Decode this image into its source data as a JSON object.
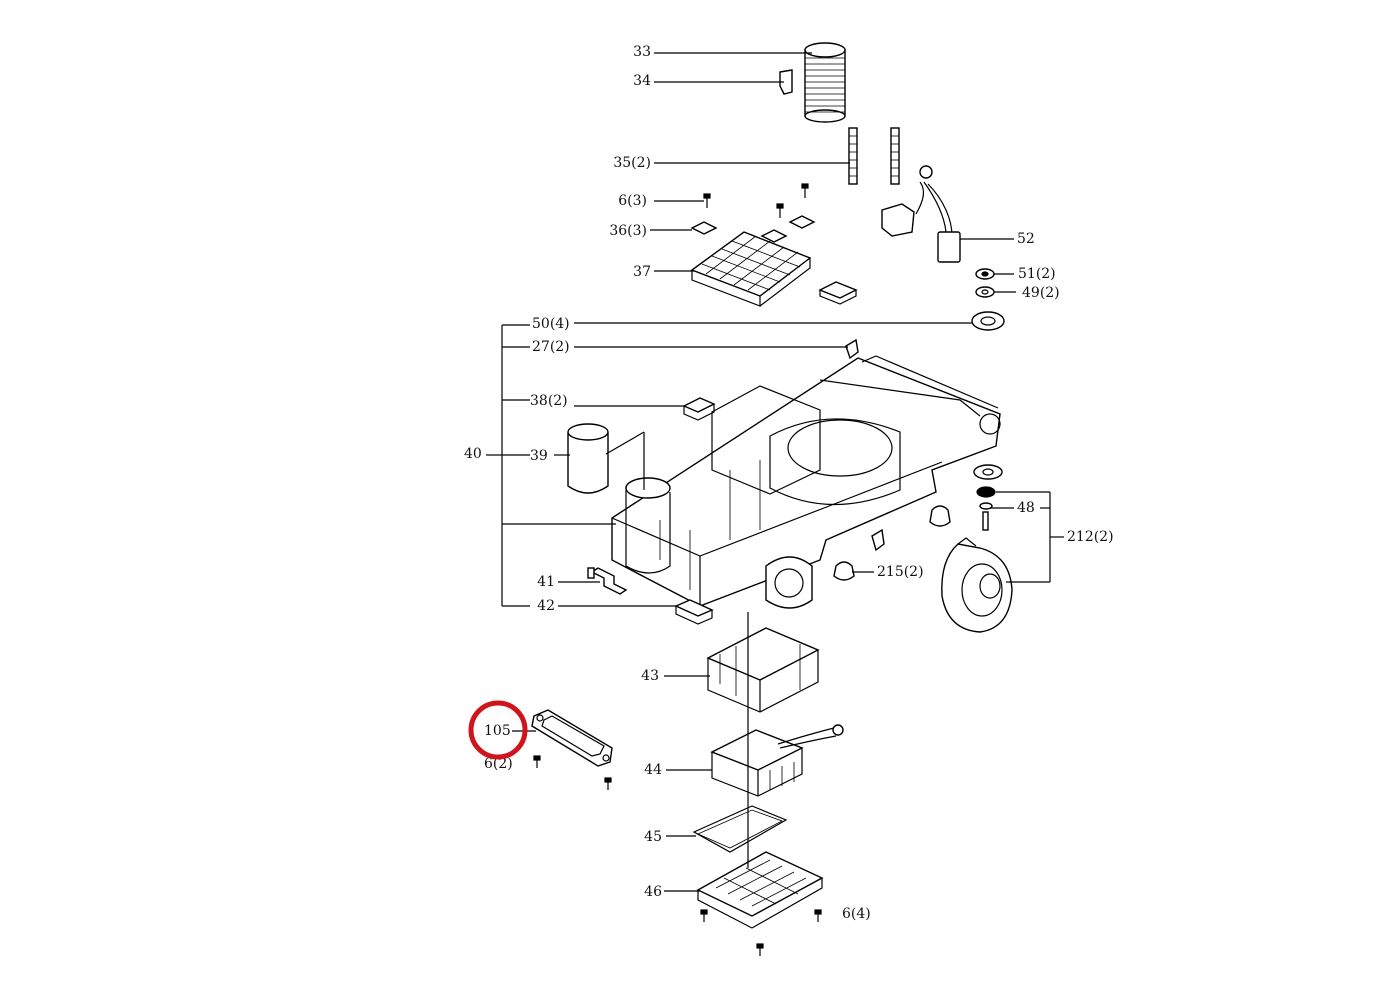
{
  "diagram": {
    "callouts": {
      "c33": "33",
      "c34": "34",
      "c35": "35(2)",
      "c6a": "6(3)",
      "c36": "36(3)",
      "c37": "37",
      "c52": "52",
      "c51": "51(2)",
      "c49": "49(2)",
      "c50": "50(4)",
      "c27": "27(2)",
      "c38": "38(2)",
      "c40": "40",
      "c39": "39",
      "c48": "48",
      "c212": "212(2)",
      "c41": "41",
      "c215": "215(2)",
      "c42": "42",
      "c43": "43",
      "c105": "105",
      "c6b": "6(2)",
      "c44": "44",
      "c45": "45",
      "c46": "46",
      "c6c": "6(4)"
    },
    "highlight": {
      "label": "105",
      "color": "#d0141c"
    }
  }
}
